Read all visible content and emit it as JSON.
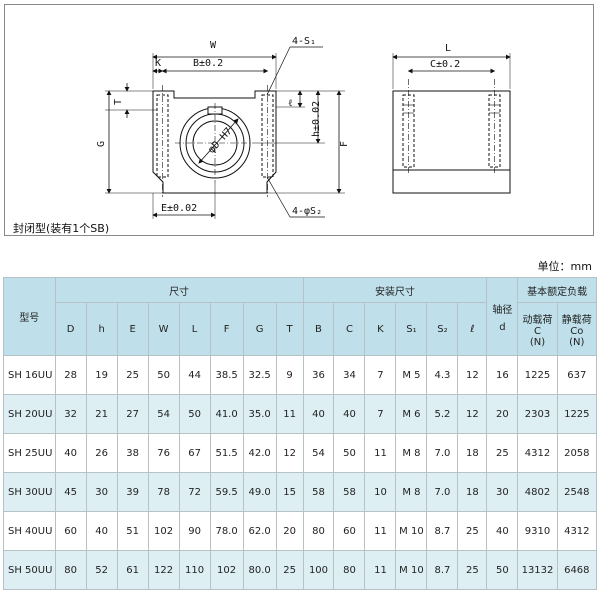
{
  "drawing": {
    "front": {
      "W": "W",
      "K": "K",
      "B": "B±0.2",
      "S1": "4-S₁",
      "T": "T",
      "G": "G",
      "l": "ℓ",
      "h": "h±0.02",
      "F": "F",
      "bore": "φD H7",
      "E": "E±0.02",
      "S2": "4-φS₂"
    },
    "side": {
      "L": "L",
      "C": "C±0.2"
    },
    "caption": "封闭型(装有1个SB)"
  },
  "unit": "单位：mm",
  "table": {
    "model_header": "型号",
    "groups": {
      "dimensions": "尺寸",
      "mounting": "安装尺寸",
      "shaft": "轴径",
      "load": "基本额定负载"
    },
    "dim_cols": [
      "D",
      "h",
      "E",
      "W",
      "L",
      "F",
      "G",
      "T"
    ],
    "mount_cols": [
      "B",
      "C",
      "K",
      "S₁",
      "S₂",
      "ℓ"
    ],
    "shaft_col": "d",
    "dynamic": {
      "l1": "动载荷",
      "l2": "C",
      "l3": "(N)"
    },
    "static": {
      "l1": "静载荷",
      "l2": "Co",
      "l3": "(N)"
    },
    "rows": [
      [
        "SH 16UU",
        "28",
        "19",
        "25",
        "50",
        "44",
        "38.5",
        "32.5",
        "9",
        "36",
        "34",
        "7",
        "M 5",
        "4.3",
        "12",
        "16",
        "1225",
        "637"
      ],
      [
        "SH 20UU",
        "32",
        "21",
        "27",
        "54",
        "50",
        "41.0",
        "35.0",
        "11",
        "40",
        "40",
        "7",
        "M 6",
        "5.2",
        "12",
        "20",
        "2303",
        "1225"
      ],
      [
        "SH 25UU",
        "40",
        "26",
        "38",
        "76",
        "67",
        "51.5",
        "42.0",
        "12",
        "54",
        "50",
        "11",
        "M 8",
        "7.0",
        "18",
        "25",
        "4312",
        "2058"
      ],
      [
        "SH 30UU",
        "45",
        "30",
        "39",
        "78",
        "72",
        "59.5",
        "49.0",
        "15",
        "58",
        "58",
        "10",
        "M 8",
        "7.0",
        "18",
        "30",
        "4802",
        "2548"
      ],
      [
        "SH 40UU",
        "60",
        "40",
        "51",
        "102",
        "90",
        "78.0",
        "62.0",
        "20",
        "80",
        "60",
        "11",
        "M 10",
        "8.7",
        "25",
        "40",
        "9310",
        "4312"
      ],
      [
        "SH 50UU",
        "80",
        "52",
        "61",
        "122",
        "110",
        "102",
        "80.0",
        "25",
        "100",
        "80",
        "11",
        "M 10",
        "8.7",
        "25",
        "50",
        "13132",
        "6468"
      ]
    ]
  }
}
